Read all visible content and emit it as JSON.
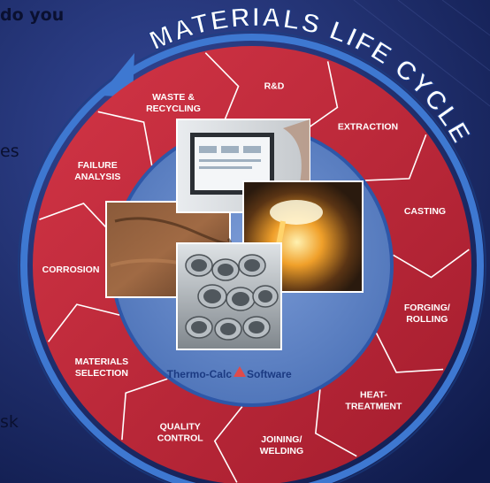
{
  "side_text": {
    "top": "do you",
    "middle": "es",
    "bottom": "sk"
  },
  "arc_title": "MATERIALS LIFE CYCLE",
  "center_brand": {
    "part1": "Thermo-Calc",
    "part2": "Software"
  },
  "stages": [
    {
      "label": [
        "R&D"
      ]
    },
    {
      "label": [
        "EXTRACTION"
      ]
    },
    {
      "label": [
        "CASTING"
      ]
    },
    {
      "label": [
        "FORGING/",
        "ROLLING"
      ]
    },
    {
      "label": [
        "HEAT-",
        "TREATMENT"
      ]
    },
    {
      "label": [
        "JOINING/",
        "WELDING"
      ]
    },
    {
      "label": [
        "QUALITY",
        "CONTROL"
      ]
    },
    {
      "label": [
        "MATERIALS",
        "SELECTION"
      ]
    },
    {
      "label": [
        "CORROSION"
      ]
    },
    {
      "label": [
        "FAILURE",
        "ANALYSIS"
      ]
    },
    {
      "label": [
        "WASTE &",
        "RECYCLING"
      ]
    }
  ],
  "photos": [
    "rusted-metal-photo",
    "computer-screen-photo",
    "molten-metal-photo",
    "steel-pipes-photo"
  ],
  "colors": {
    "ring": "#c12a3a",
    "ring_dark": "#8e1826",
    "circle": "#5d83c6",
    "arc": "#3e78d1",
    "background": "#1e2e6e"
  }
}
